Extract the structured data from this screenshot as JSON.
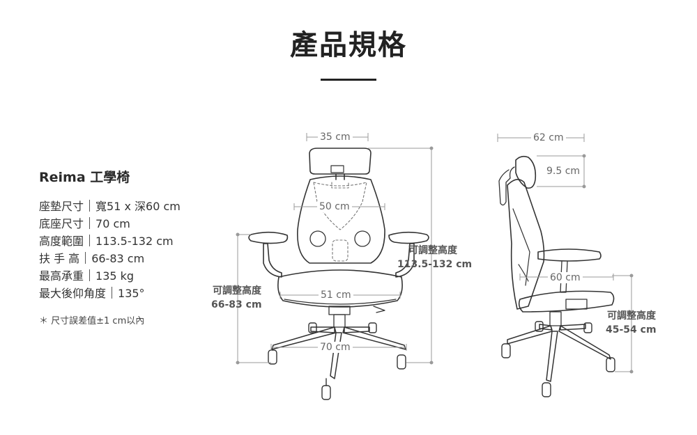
{
  "page": {
    "title": "產品規格",
    "product_name": "Reima 工學椅",
    "note": "＊ 尺寸誤差值±1 cm以內"
  },
  "specs": [
    {
      "label": "座墊尺寸",
      "value": "寬51 x 深60 cm"
    },
    {
      "label": "底座尺寸",
      "value": "70 cm"
    },
    {
      "label": "高度範圍",
      "value": "113.5-132 cm"
    },
    {
      "label": "扶 手 高",
      "value": "66-83 cm"
    },
    {
      "label": "最高承重",
      "value": "135 kg"
    },
    {
      "label": "最大後仰角度",
      "value": "135°"
    }
  ],
  "front_view": {
    "headrest_width": "35 cm",
    "backrest_width": "50 cm",
    "seat_width": "51 cm",
    "base_width": "70 cm",
    "total_height_label": "可調整高度",
    "total_height": "113.5-132 cm",
    "armrest_height_label": "可調整高度",
    "armrest_height": "66-83 cm"
  },
  "side_view": {
    "total_depth": "62 cm",
    "headrest_depth": "9.5 cm",
    "seat_depth": "60 cm",
    "seat_height_label": "可調整高度",
    "seat_height": "45-54 cm"
  },
  "colors": {
    "line": "#333333",
    "dim_line": "#9a9a9a",
    "mesh_dash": "#777777"
  }
}
